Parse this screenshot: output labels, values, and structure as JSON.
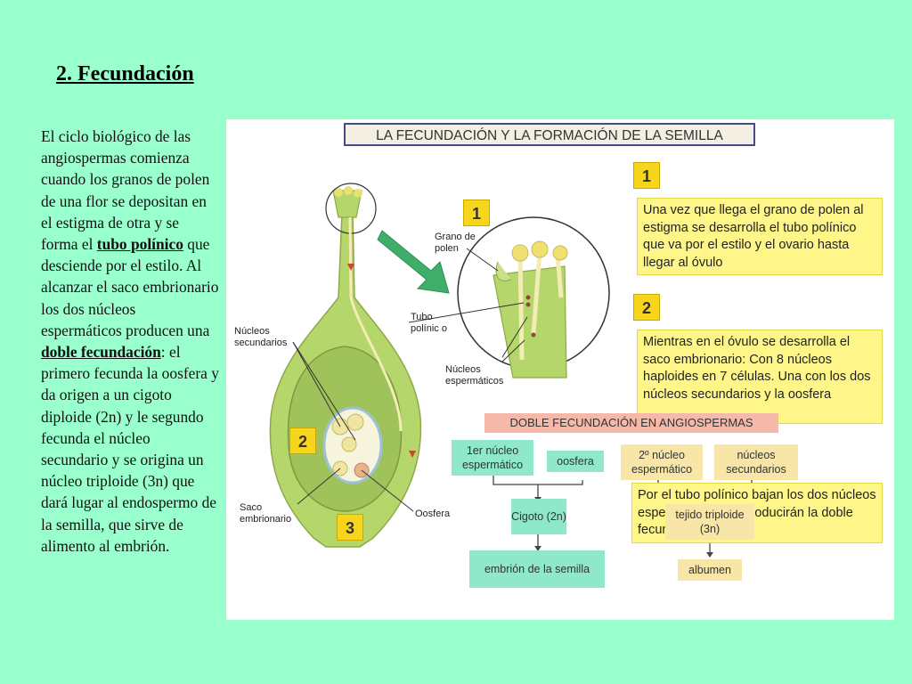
{
  "page": {
    "title": "2. Fecundación",
    "paragraph": {
      "part1": "El ciclo biológico de las angiospermas comienza cuando los granos de polen de una flor se depositan en el estigma de otra y se forma el ",
      "term1": "tubo polínico",
      "part2": " que desciende por el estilo. Al alcanzar el saco embrionario los dos núcleos espermáticos producen una ",
      "term2": "doble fecundación",
      "part3": ": el primero fecunda la oosfera y da origen a un cigoto diploide (2n) y le segundo fecunda el núcleo secundario y se origina un núcleo triploide (3n) que dará lugar al endospermo de la semilla, que sirve de alimento al embrión."
    }
  },
  "figure": {
    "title": "LA FECUNDACIÓN Y LA FORMACIÓN DE LA SEMILLA",
    "steps": {
      "n1_left": "1",
      "n2_left": "2",
      "n3_left": "3",
      "n1_right": "1",
      "n2_right": "2"
    },
    "labels": {
      "grano_polen": "Grano de polen",
      "tubo_polinico": "Tubo polínic o",
      "nucleos_espermaticos": "Núcleos espermáticos",
      "nucleos_secundarios": "Núcleos secundarios",
      "saco_embrionario": "Saco embrionario",
      "oosfera": "Oosfera"
    },
    "text_box_1": "Una vez que llega el grano de polen al estigma se desarrolla el tubo polínico que va por el estilo y el ovario hasta llegar al óvulo",
    "text_box_2": "Mientras en el óvulo se desarrolla el saco embrionario: Con 8 núcleos haploides en 7 células. Una con los dos núcleos secundarios y la oosfera",
    "doble_header": "DOBLE FECUNDACIÓN EN ANGIOSPERMAS",
    "flow": {
      "primer_nucleo": "1er núcleo espermático",
      "oosfera": "oosfera",
      "cigoto": "Cigoto (2n)",
      "embrion": "embrión de la semilla",
      "segundo_nucleo": "2º núcleo espermático",
      "nucleos_secundarios": "núcleos secundarios",
      "tejido_triploide": "tejido triploide (3n)",
      "albumen": "albumen"
    },
    "text_box_3": "Por el tubo polínico bajan los dos núcleos espermáticos que producirán la doble fecundación"
  },
  "colors": {
    "background": "#99ffcc",
    "tissue_green": "#b5d66a",
    "number_yellow": "#f7d51d",
    "text_yellow": "#fff68a",
    "teal_box": "#8fe8c9",
    "header_pink": "#f6b8a8"
  }
}
